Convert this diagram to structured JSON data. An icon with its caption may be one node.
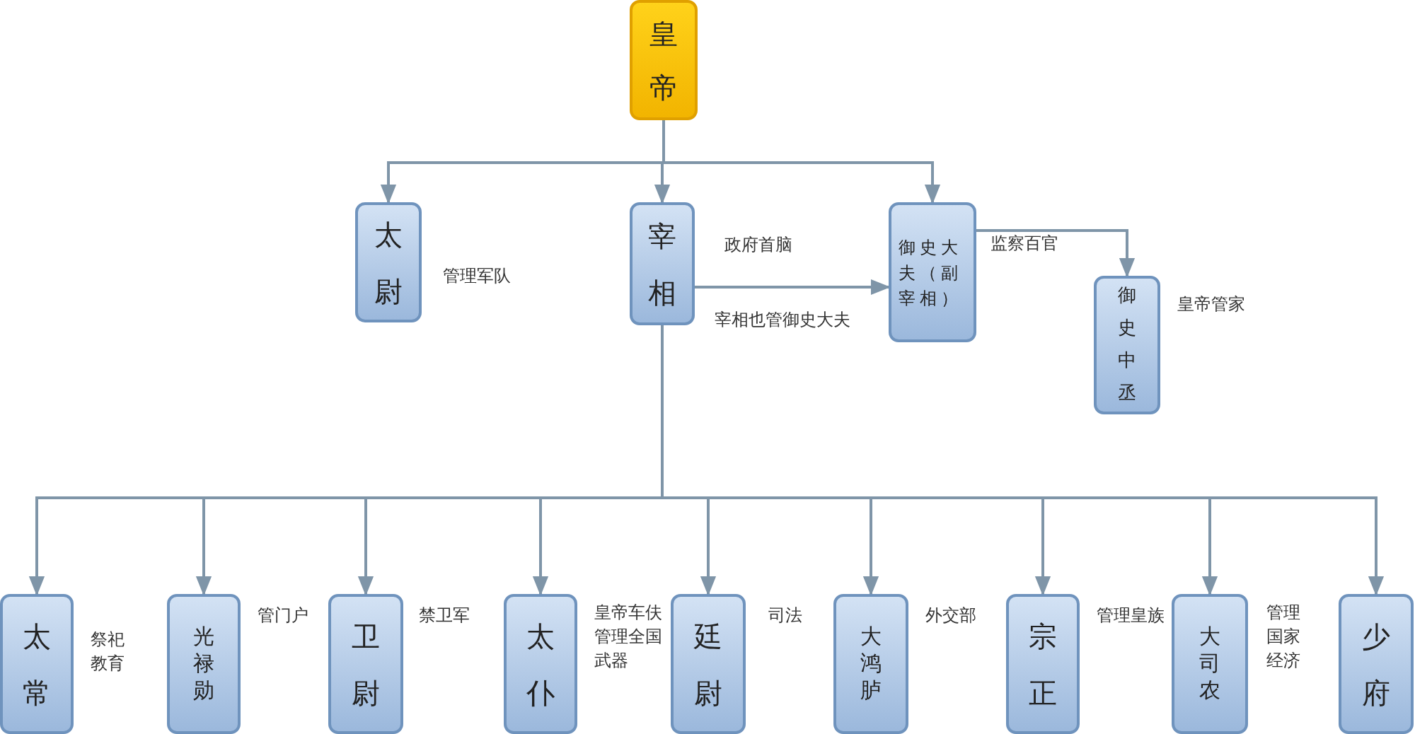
{
  "diagram": {
    "nodes": [
      {
        "text": [
          "皇帝"
        ]
      },
      {
        "text": [
          "太尉"
        ],
        "beside": [
          "管理军队"
        ]
      },
      {
        "text": [
          "宰相"
        ],
        "beside": [
          "政府首脑"
        ]
      },
      {
        "text": [
          "御史大夫（副宰相）"
        ]
      },
      {
        "text": [
          "御史中丞"
        ],
        "beside": [
          "皇帝管家"
        ]
      },
      {
        "text": [
          "太常"
        ],
        "beside": [
          "祭祀教育"
        ]
      },
      {
        "text": [
          "光禄勋"
        ],
        "beside": [
          "管门户"
        ]
      },
      {
        "text": [
          "卫尉"
        ],
        "beside": [
          "禁卫军"
        ]
      },
      {
        "text": [
          "太仆"
        ],
        "beside": [
          "皇帝车伕管理全国武器"
        ]
      },
      {
        "text": [
          "廷尉"
        ],
        "beside": [
          "司法"
        ]
      },
      {
        "text": [
          "大鸿胪"
        ],
        "beside": [
          "外交部"
        ]
      },
      {
        "text": [
          "宗正"
        ],
        "beside": [
          "管理皇族"
        ]
      },
      {
        "text": [
          "大司农"
        ],
        "beside": [
          "管理国家经济"
        ]
      },
      {
        "text": [
          "少府"
        ]
      }
    ],
    "edges": [
      {
        "from": 0,
        "to": 1,
        "arrow": "to"
      },
      {
        "from": 0,
        "to": 2,
        "arrow": "to"
      },
      {
        "from": 0,
        "to": 3,
        "arrow": "to"
      },
      {
        "from": 2,
        "to": 3,
        "arrow": "to",
        "label": "宰相也管御史大夫"
      },
      {
        "from": 3,
        "to": 4,
        "arrow": "to",
        "label": "监察百官"
      },
      {
        "from": 2,
        "to": 5,
        "arrow": "to"
      },
      {
        "from": 2,
        "to": 6,
        "arrow": "to"
      },
      {
        "from": 2,
        "to": 7,
        "arrow": "to"
      },
      {
        "from": 2,
        "to": 8,
        "arrow": "to"
      },
      {
        "from": 2,
        "to": 9,
        "arrow": "to"
      },
      {
        "from": 2,
        "to": 10,
        "arrow": "to"
      },
      {
        "from": 2,
        "to": 11,
        "arrow": "to"
      },
      {
        "from": 2,
        "to": 12,
        "arrow": "to"
      },
      {
        "from": 2,
        "to": 13,
        "arrow": "to"
      }
    ]
  }
}
